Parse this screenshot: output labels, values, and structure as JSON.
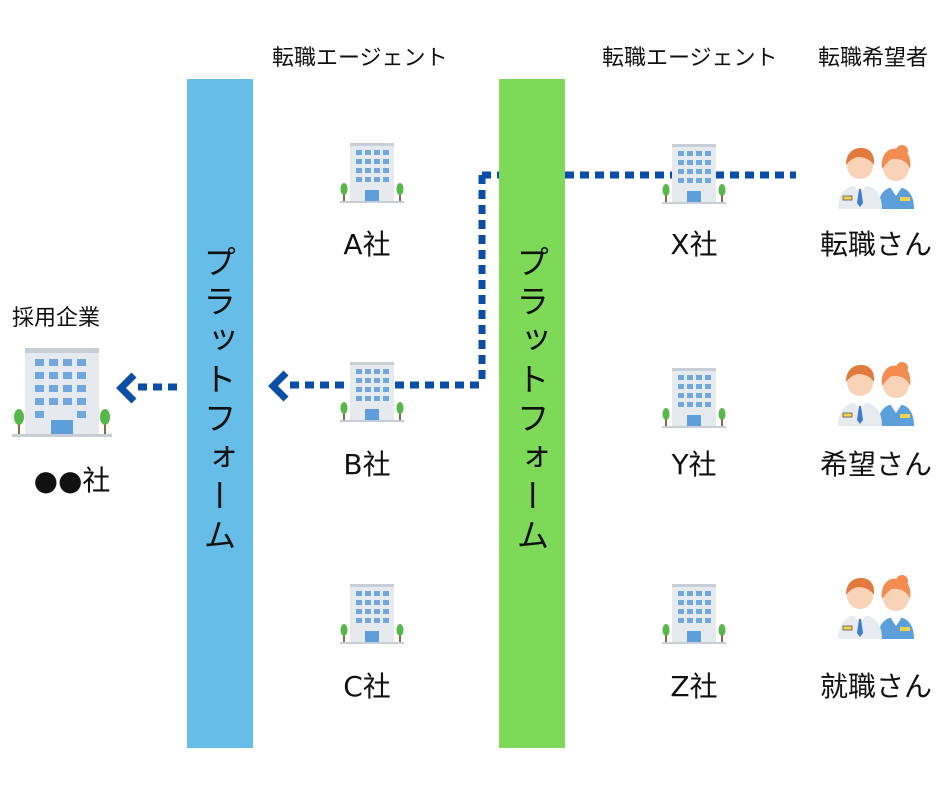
{
  "headers": {
    "agents_left": "転職エージェント",
    "agents_right": "転職エージェント",
    "job_seekers": "転職希望者",
    "employer": "採用企業"
  },
  "platform": {
    "left_label": "プラットフォーム",
    "right_label": "プラットフォーム",
    "left_color": "#65bde8",
    "right_color": "#7ed958"
  },
  "employer": {
    "name": "●●社"
  },
  "agents_left": [
    {
      "name": "A社"
    },
    {
      "name": "B社"
    },
    {
      "name": "C社"
    }
  ],
  "agents_right": [
    {
      "name": "X社"
    },
    {
      "name": "Y社"
    },
    {
      "name": "Z社"
    }
  ],
  "seekers": [
    {
      "name": "転職さん"
    },
    {
      "name": "希望さん"
    },
    {
      "name": "就職さん"
    }
  ],
  "connector_color": "#0a4ea8",
  "icons": {
    "building": "office-building-icon",
    "people": "business-people-icon"
  }
}
